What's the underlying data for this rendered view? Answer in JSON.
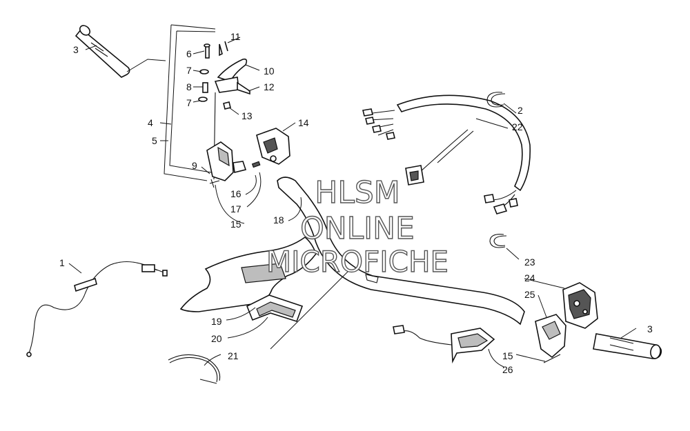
{
  "watermark": {
    "line1": "HLSM",
    "line2": "ONLINE",
    "line3": "MICROFICHE"
  },
  "callouts": {
    "c1": "1",
    "c2": "2",
    "c3a": "3",
    "c3b": "3",
    "c4": "4",
    "c5": "5",
    "c6": "6",
    "c7a": "7",
    "c7b": "7",
    "c8": "8",
    "c9": "9",
    "c10": "10",
    "c11": "11",
    "c12": "12",
    "c13": "13",
    "c14": "14",
    "c15a": "15",
    "c15b": "15",
    "c16": "16",
    "c17": "17",
    "c18": "18",
    "c19": "19",
    "c20": "20",
    "c21": "21",
    "c22": "22",
    "c23": "23",
    "c24": "24",
    "c25": "25",
    "c26": "26"
  }
}
